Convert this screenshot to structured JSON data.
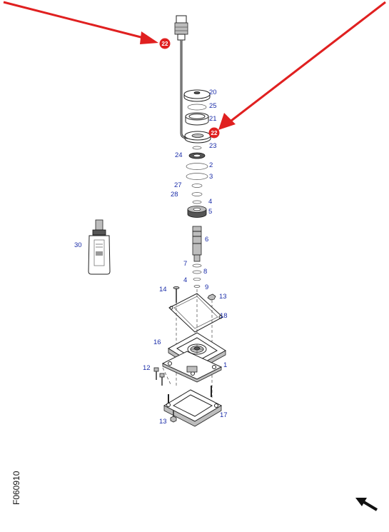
{
  "callouts": [
    {
      "id": "callout-upper",
      "label": "22"
    },
    {
      "id": "callout-middle",
      "label": "22"
    }
  ],
  "labels": {
    "p20": "20",
    "p25": "25",
    "p21": "21",
    "p23": "23",
    "p24": "24",
    "p2": "2",
    "p3": "3",
    "p27": "27",
    "p28": "28",
    "p4a": "4",
    "p5": "5",
    "p6": "6",
    "p7": "7",
    "p8": "8",
    "p4b": "4",
    "p9": "9",
    "p14": "14",
    "p13a": "13",
    "p18": "18",
    "p16": "16",
    "p12": "12",
    "p1": "1",
    "p17": "17",
    "p13b": "13",
    "p30": "30"
  },
  "figure_code": "F060910",
  "colors": {
    "callout": "#e02020",
    "arrow": "#e02020",
    "label": "#1a2ca8"
  },
  "icons": {
    "orientation": "north-west-arrow-icon"
  }
}
